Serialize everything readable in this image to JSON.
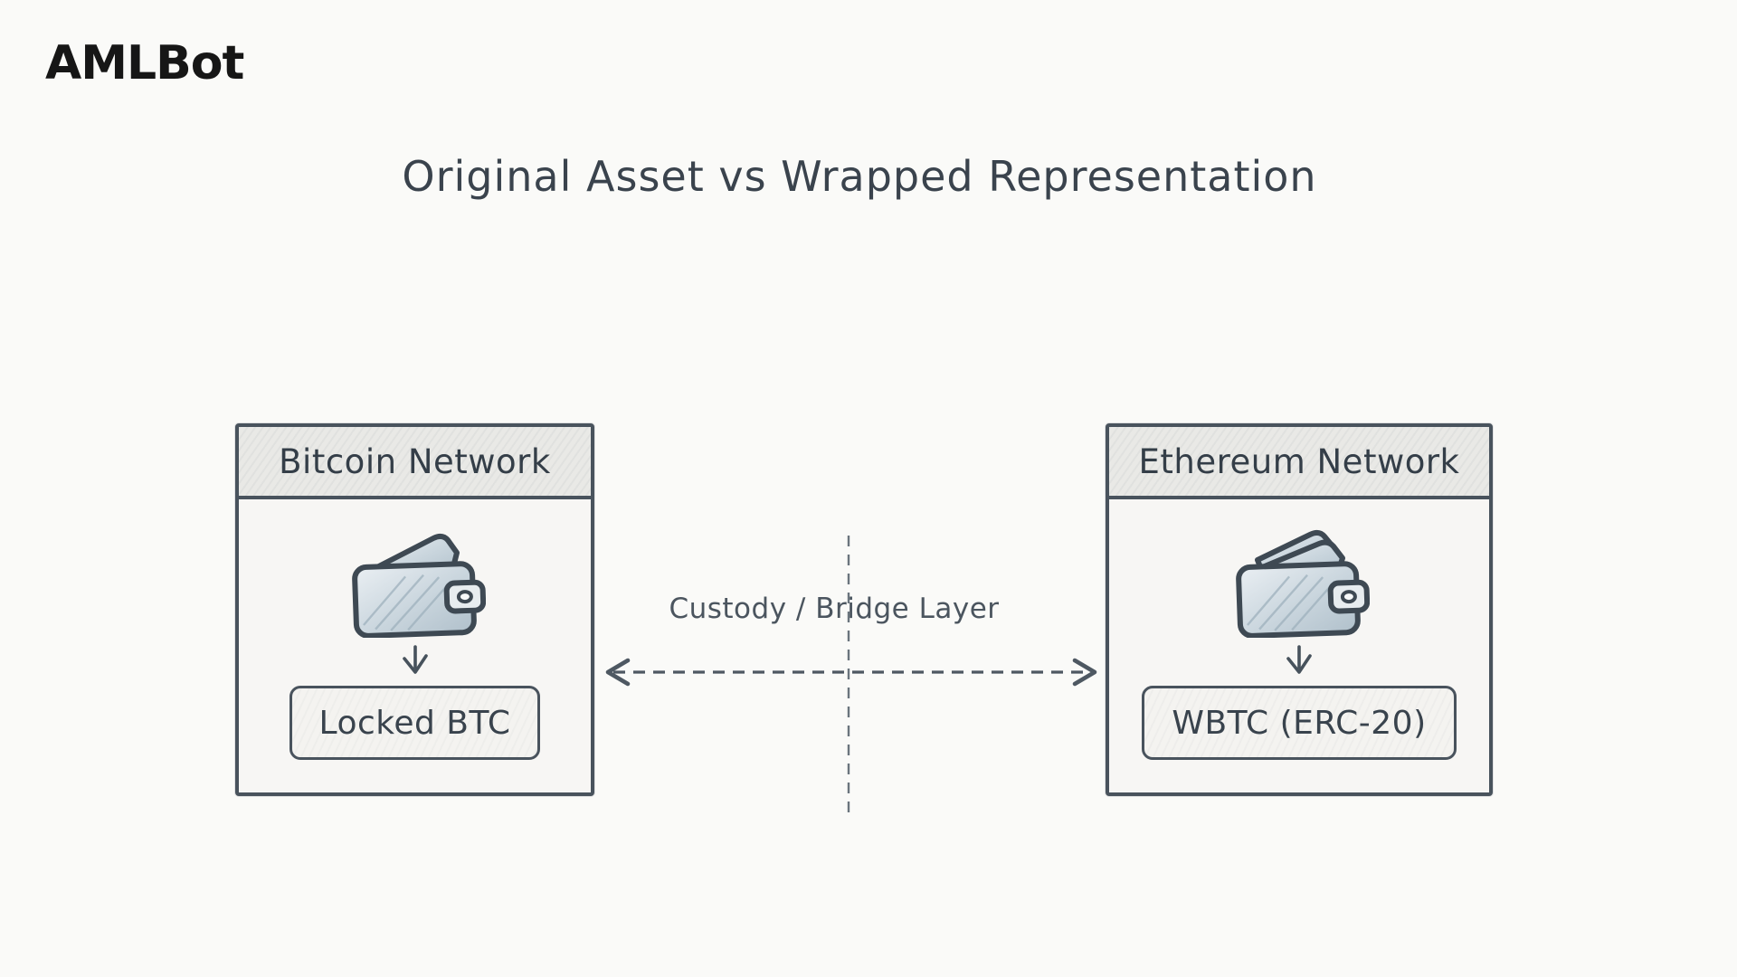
{
  "logo": {
    "text": "AMLBot"
  },
  "title": "Original Asset vs Wrapped Representation",
  "boxes": {
    "left": {
      "header": "Bitcoin Network",
      "icon": "wallet-icon",
      "flow_icon": "down-arrow-icon",
      "asset_label": "Locked BTC"
    },
    "right": {
      "header": "Ethereum Network",
      "icon": "wallet-icon",
      "flow_icon": "down-arrow-icon",
      "asset_label": "WBTC (ERC-20)"
    }
  },
  "bridge": {
    "label": "Custody / Bridge Layer",
    "arrow_icon": "double-headed-dashed-arrow-icon",
    "divider_icon": "vertical-dashed-divider"
  },
  "colors": {
    "background": "#fafaf8",
    "ink": "#49535d",
    "title_text": "#3a434d",
    "header_fill": "#e9e9e6",
    "box_fill": "#f7f6f4",
    "label_fill": "#f4f3f0",
    "logo_text": "#161616",
    "wallet_shade": "#bccad4"
  }
}
